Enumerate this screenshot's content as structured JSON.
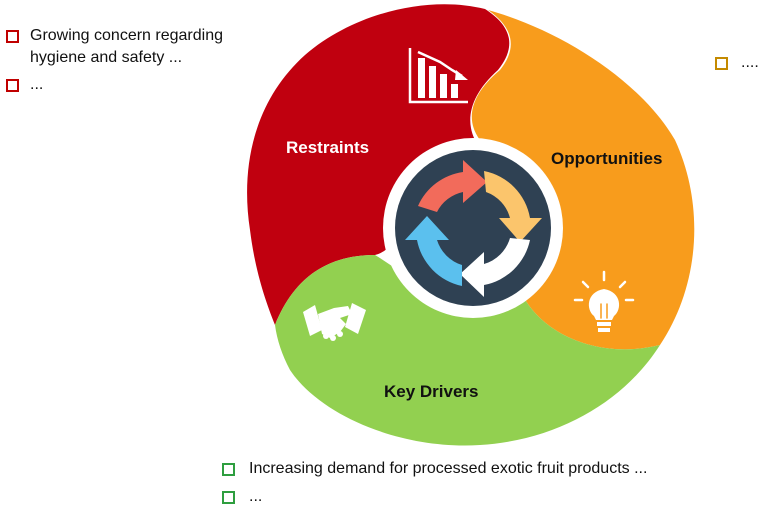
{
  "colors": {
    "restraints": "#c0000f",
    "opportunities": "#f89c1c",
    "drivers": "#92d050",
    "center_ring": "#ffffff",
    "center_disc": "#2f4153",
    "arrow_red": "#f26b5b",
    "arrow_yellow": "#fbc56c",
    "arrow_blue": "#5bc0ee",
    "arrow_white": "#ffffff"
  },
  "segments": {
    "restraints": {
      "label": "Restraints",
      "icon": "declining-bar-chart-icon"
    },
    "opportunities": {
      "label": "Opportunities",
      "icon": "lightbulb-icon"
    },
    "drivers": {
      "label": "Key Drivers",
      "icon": "handshake-icon"
    }
  },
  "center_icon": "cycle-arrows-icon",
  "restraint_points": [
    "Growing concern regarding hygiene and safety ...",
    "..."
  ],
  "opportunity_points": [
    "...."
  ],
  "driver_points": [
    "Increasing demand for processed exotic fruit products ...",
    "..."
  ]
}
